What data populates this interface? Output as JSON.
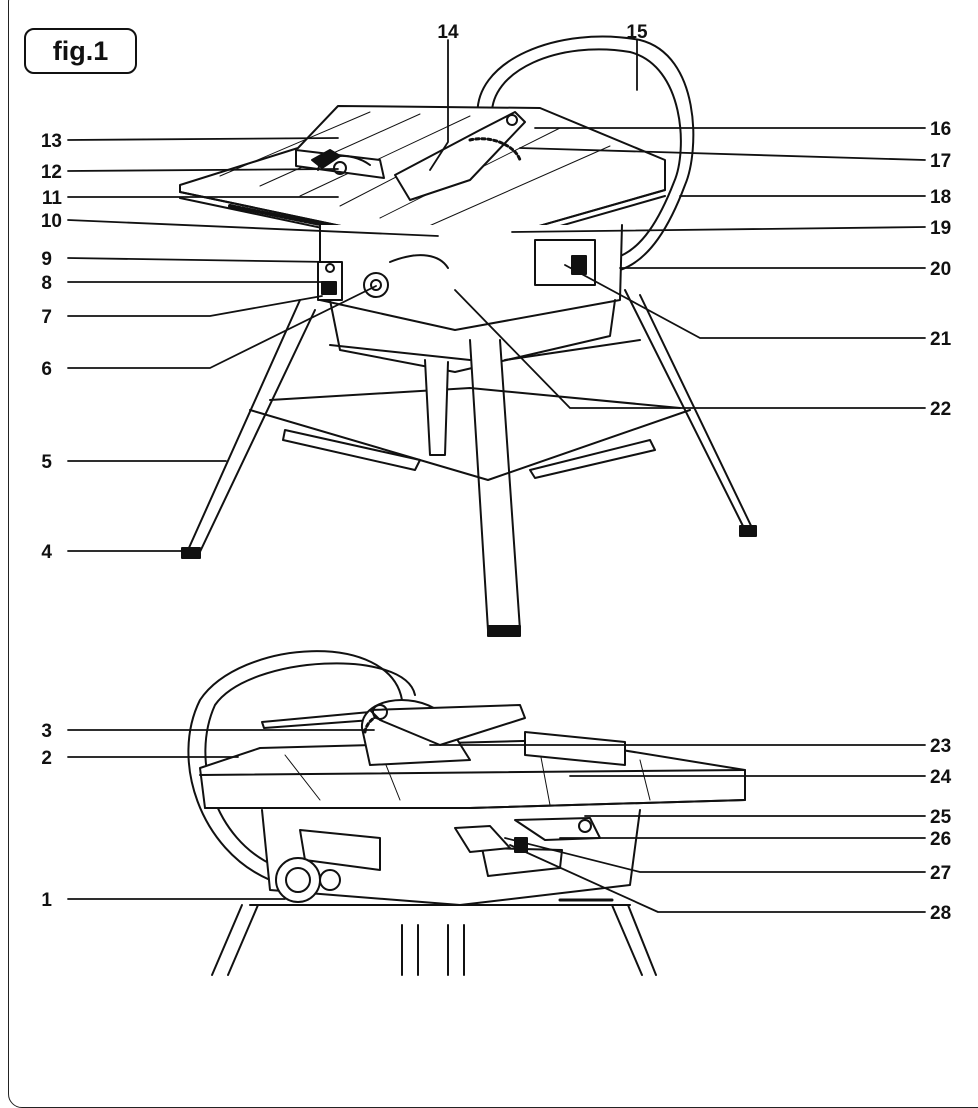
{
  "figure_label": "fig.1",
  "labels": [
    "1",
    "2",
    "3",
    "4",
    "5",
    "6",
    "7",
    "8",
    "9",
    "10",
    "11",
    "12",
    "13",
    "14",
    "15",
    "16",
    "17",
    "18",
    "19",
    "20",
    "21",
    "22",
    "23",
    "24",
    "25",
    "26",
    "27",
    "28"
  ]
}
